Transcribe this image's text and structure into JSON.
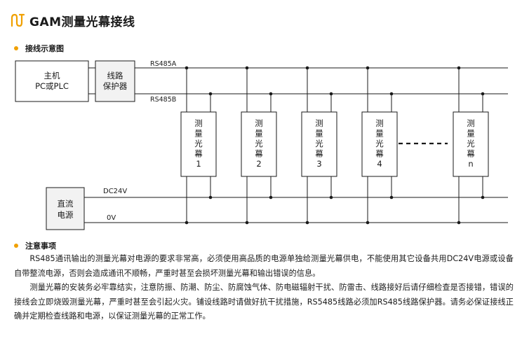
{
  "title": "GAM测量光幕接线",
  "accent_color": "#f0a000",
  "logo_icon": "connector-logo-icon",
  "wiring": {
    "heading": "接线示意图",
    "host_line1": "主机",
    "host_line2": "PC或PLC",
    "protector_line1": "线路",
    "protector_line2": "保护器",
    "bus_a": "RS485A",
    "bus_b": "RS485B",
    "psu_line1": "直流",
    "psu_line2": "电源",
    "dc_label": "DC24V",
    "zero_label": "0V",
    "curtains": [
      {
        "chars": [
          "测",
          "量",
          "光",
          "幕"
        ],
        "index": "1"
      },
      {
        "chars": [
          "测",
          "量",
          "光",
          "幕"
        ],
        "index": "2"
      },
      {
        "chars": [
          "测",
          "量",
          "光",
          "幕"
        ],
        "index": "3"
      },
      {
        "chars": [
          "测",
          "量",
          "光",
          "幕"
        ],
        "index": "4"
      },
      {
        "chars": [
          "测",
          "量",
          "光",
          "幕"
        ],
        "index": "n"
      }
    ]
  },
  "notes": {
    "heading": "注意事项",
    "paragraph1": "RS485通讯输出的测量光幕对电源的要求非常高，必须使用高品质的电源单独给测量光幕供电，不能使用其它设备共用DC24V电源或设备自带整流电源，否则会造成通讯不顺畅，严重时甚至会损坏测量光幕和输出错误的信息。",
    "paragraph2": "测量光幕的安装务必牢靠结实，注意防振、防潮、防尘、防腐蚀气体、防电磁辐射干扰、防雷击、线路接好后请仔细检查是否接错，错误的接线会立即烧毁测量光幕，严重时甚至会引起火灾。铺设线路时请做好抗干扰措施，RS5485线路必须加RS485线路保护器。请务必保证接线正确并定期检查线路和电源，以保证测量光幕的正常工作。"
  }
}
